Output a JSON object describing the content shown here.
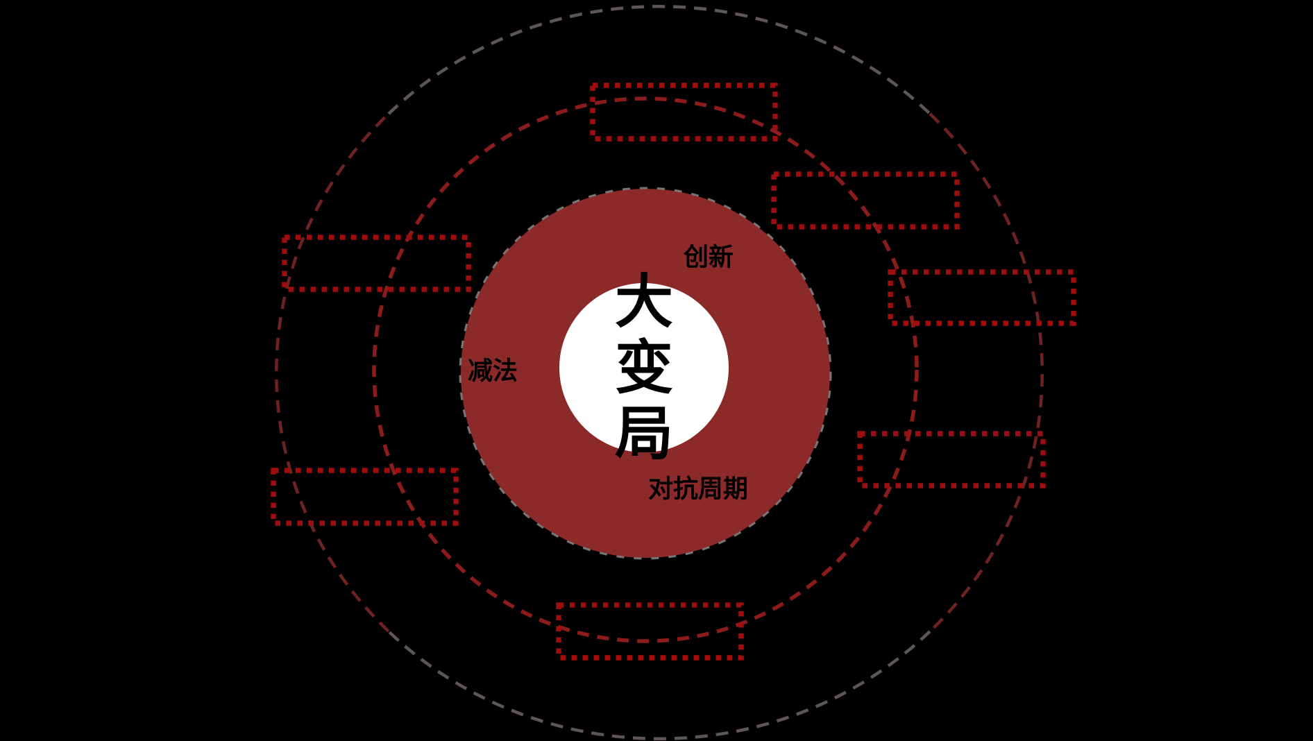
{
  "page": {
    "background": "#000000"
  },
  "diagram": {
    "center_title": "大变局",
    "title_chars": [
      "大",
      "变",
      "局"
    ],
    "labels": {
      "innovation": "创新",
      "subtraction": "减法",
      "counter_cycle": "对抗周期"
    },
    "placeholder_box_count": "7",
    "colors": {
      "background": "#000000",
      "core_fill": "#8c2a2a",
      "core_rim_gray": "#8a8a8a",
      "center_fill": "#ffffff",
      "inner_ring_red": "#8c1c1c",
      "outer_ring_gray": "#5e5656",
      "outer_ring_red": "#6e2222",
      "box_stroke_red": "#9e0e0e",
      "label_text": "#000000"
    }
  }
}
